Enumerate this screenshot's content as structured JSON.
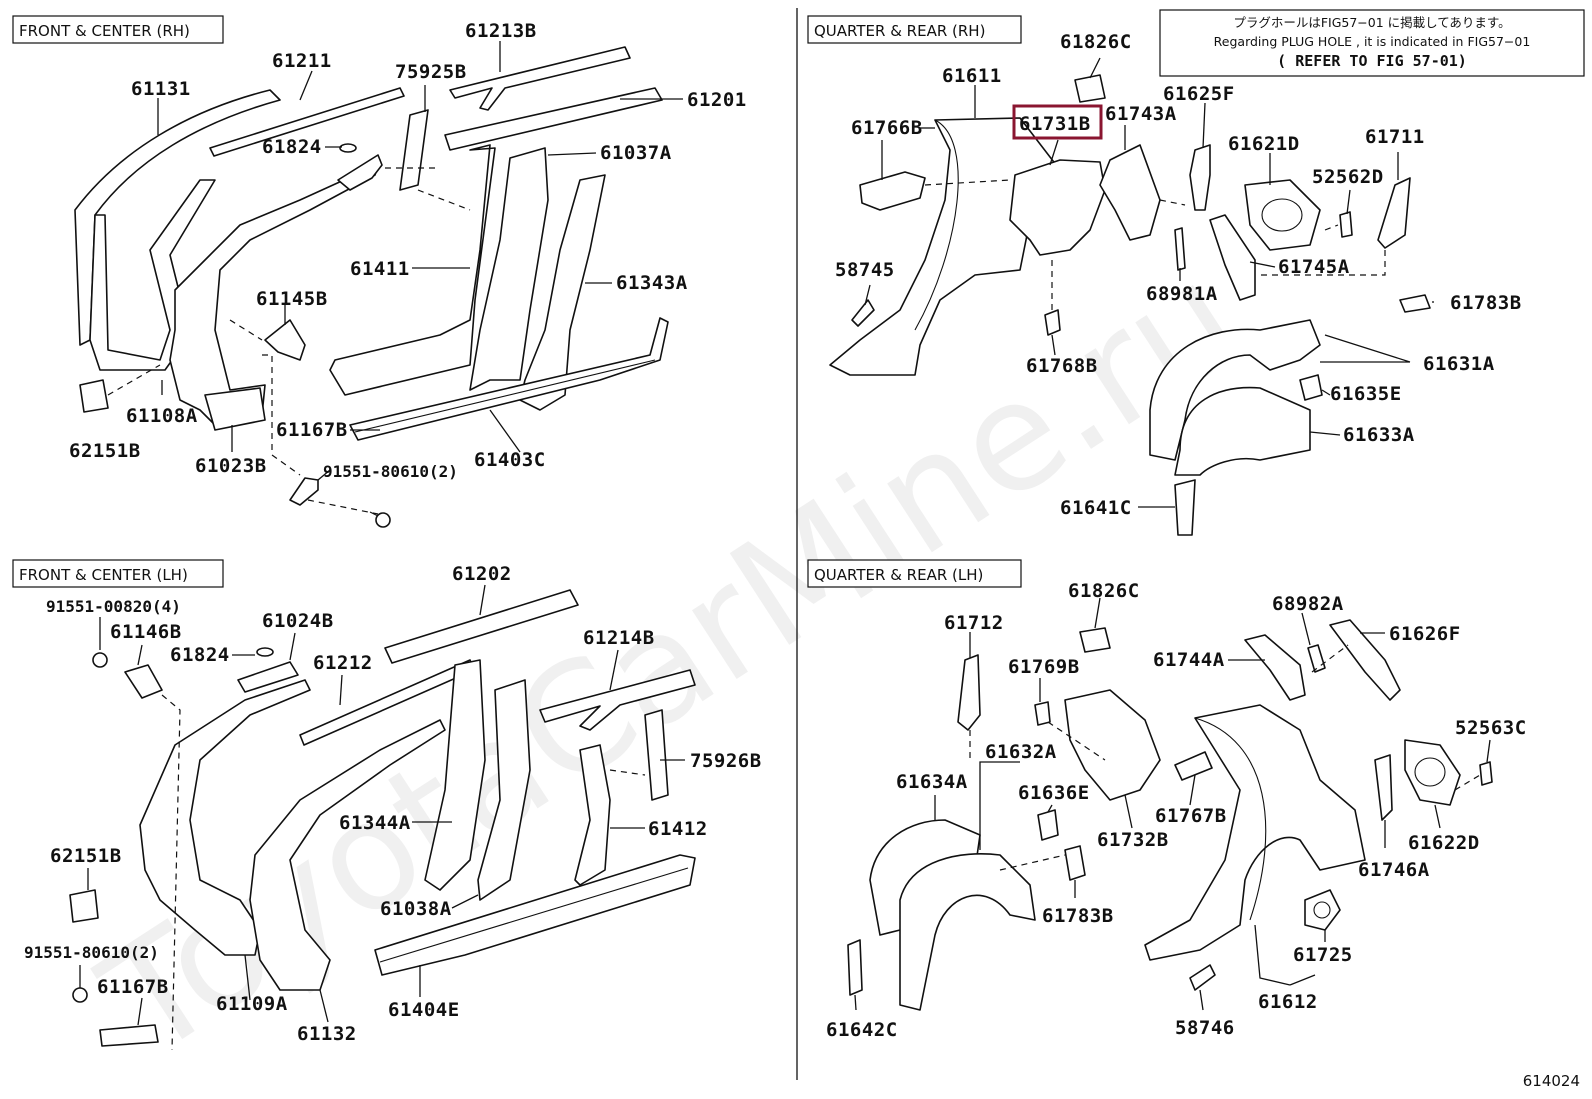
{
  "sections": {
    "front_rh": "FRONT & CENTER (RH)",
    "rear_rh": "QUARTER & REAR (RH)",
    "front_lh": "FRONT & CENTER (LH)",
    "rear_lh": "QUARTER & REAR (LH)"
  },
  "note": {
    "jp": "プラグホールはFIG57−01 に掲載してあります。",
    "en": "Regarding  PLUG HOLE , it is indicated in FIG57−01",
    "ref": "( REFER TO FIG 57-01)"
  },
  "figure_number": "614024",
  "watermark": "ToyotaCarMine.ru",
  "highlighted_part": "61731B",
  "parts": {
    "p61131": "61131",
    "p61211": "61211",
    "p61213B": "61213B",
    "p75925B": "75925B",
    "p61201": "61201",
    "p61824a": "61824",
    "p61037A": "61037A",
    "p61411": "61411",
    "p61343A": "61343A",
    "p61145B": "61145B",
    "p61108A": "61108A",
    "p62151Ba": "62151B",
    "p61023B": "61023B",
    "p61167Ba": "61167B",
    "p61403C": "61403C",
    "p91551a": "91551-80610",
    "p61826Ca": "61826C",
    "p61611": "61611",
    "p61766B": "61766B",
    "p61731B": "61731B",
    "p61743A": "61743A",
    "p61625F": "61625F",
    "p61621D": "61621D",
    "p61711": "61711",
    "p52562D": "52562D",
    "p58745": "58745",
    "p61745A": "61745A",
    "p68981A": "68981A",
    "p61783Ba": "61783B",
    "p61768B": "61768B",
    "p61631A": "61631A",
    "p61635E": "61635E",
    "p61633A": "61633A",
    "p61641C": "61641C",
    "p61202": "61202",
    "p91551b": "91551-00820",
    "p61146B": "61146B",
    "p61024B": "61024B",
    "p61824b": "61824",
    "p61212": "61212",
    "p61214B": "61214B",
    "p75926B": "75926B",
    "p61344A": "61344A",
    "p61412": "61412",
    "p62151Bb": "62151B",
    "p61038A": "61038A",
    "p91551c": "91551-80610",
    "p61167Bb": "61167B",
    "p61109A": "61109A",
    "p61132": "61132",
    "p61404E": "61404E",
    "p61826Cb": "61826C",
    "p61712": "61712",
    "p68982A": "68982A",
    "p61626F": "61626F",
    "p61769B": "61769B",
    "p61744A": "61744A",
    "p61632A": "61632A",
    "p61634A": "61634A",
    "p61636E": "61636E",
    "p52563C": "52563C",
    "p61767B": "61767B",
    "p61732B": "61732B",
    "p61746A": "61746A",
    "p61622D": "61622D",
    "p61783Bb": "61783B",
    "p61725": "61725",
    "p61642C": "61642C",
    "p58746": "58746",
    "p61612": "61612"
  },
  "quantities": {
    "q91551a": "(2)",
    "q91551b": "(4)",
    "q91551c": "(2)"
  }
}
